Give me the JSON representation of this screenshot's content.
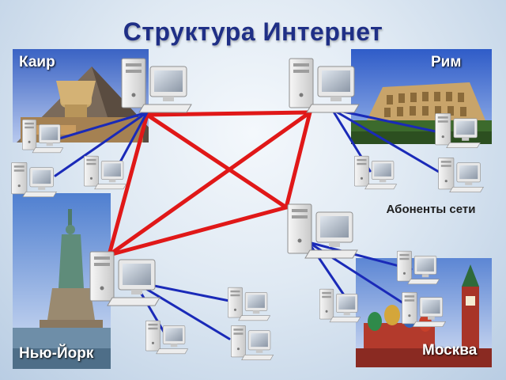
{
  "title": "Структура Интернет",
  "caption_subscribers": "Абоненты сети",
  "cities": {
    "cairo": "Каир",
    "rome": "Рим",
    "newyork": "Нью-Йорк",
    "moscow": "Москва"
  },
  "colors": {
    "title": "#1f2f86",
    "backbone_link": "#e01818",
    "subscriber_link": "#1a2ab8"
  },
  "icons": {
    "server": "desktop-computer-icon",
    "client": "desktop-computer-icon"
  }
}
